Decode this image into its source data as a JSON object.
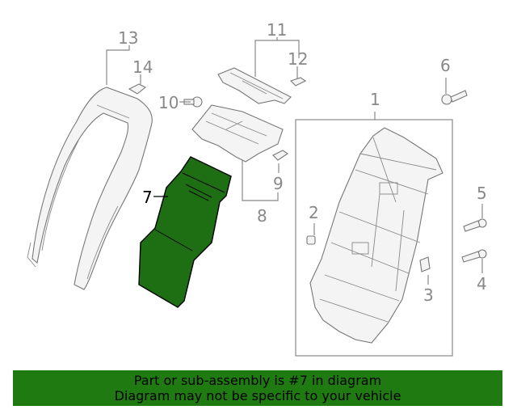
{
  "callouts": {
    "c1": "1",
    "c2": "2",
    "c3": "3",
    "c4": "4",
    "c5": "5",
    "c6": "6",
    "c7": "7",
    "c8": "8",
    "c9": "9",
    "c10": "10",
    "c11": "11",
    "c12": "12",
    "c13": "13",
    "c14": "14"
  },
  "highlighted_part": "7",
  "colors": {
    "highlight_fill": "#1e6e14",
    "banner_bg": "#1f7a11",
    "line_gray": "#888888"
  },
  "banner": {
    "line1": "Part or sub-assembly is #7 in diagram",
    "line2": "Diagram may not be specific to your vehicle"
  }
}
